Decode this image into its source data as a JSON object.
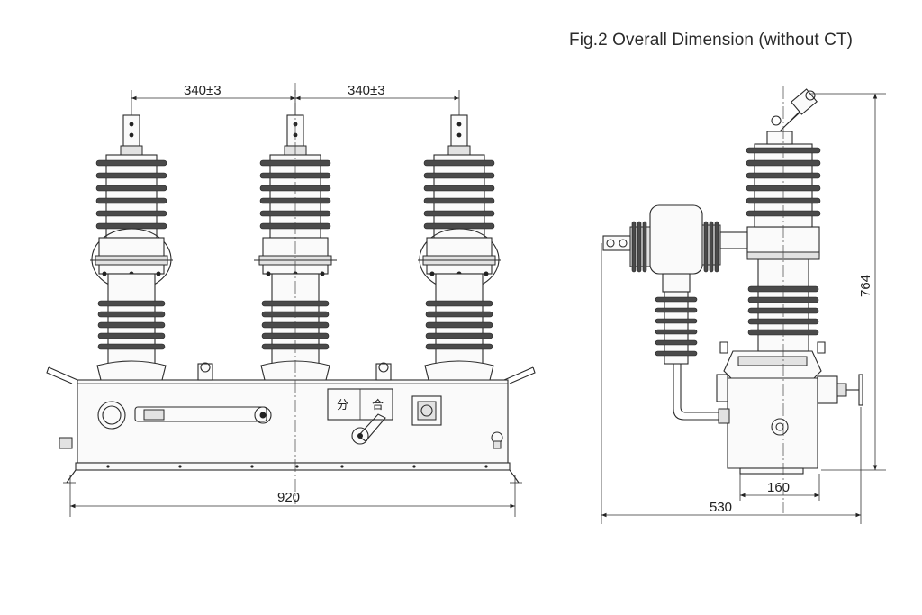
{
  "figure": {
    "caption": "Fig.2  Overall Dimension (without CT)"
  },
  "front_view": {
    "dims": {
      "pitch_left": "340±3",
      "pitch_right": "340±3",
      "overall_width": "920"
    },
    "panel_labels": {
      "open": "分",
      "close": "合"
    }
  },
  "side_view": {
    "dims": {
      "height": "764",
      "depth": "530",
      "base_width": "160"
    }
  }
}
